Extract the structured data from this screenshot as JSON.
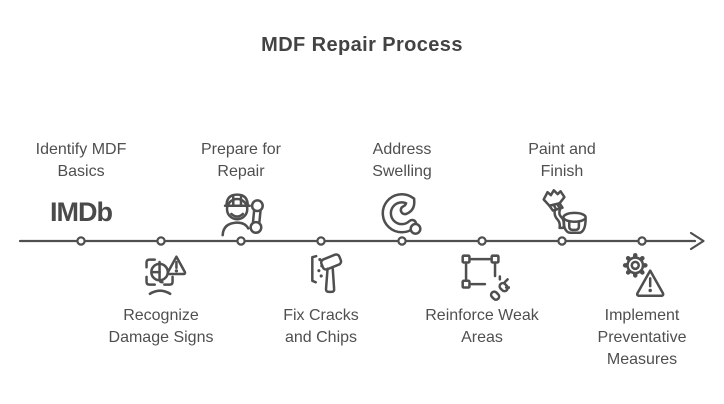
{
  "title": "MDF Repair Process",
  "colors": {
    "stroke": "#4f4f4f",
    "text": "#4f4f4f",
    "title": "#434343",
    "background": "#ffffff"
  },
  "timeline": {
    "direction": "left-to-right",
    "node_count": 8,
    "imdb_logo_text": "IMDb",
    "milestones": [
      {
        "label": "Identify MDF\nBasics",
        "icon": "imdb-logo",
        "side": "above"
      },
      {
        "label": "Recognize\nDamage Signs",
        "icon": "damage-scan-warning",
        "side": "below"
      },
      {
        "label": "Prepare for\nRepair",
        "icon": "repair-worker-wrench",
        "side": "above"
      },
      {
        "label": "Fix Cracks\nand Chips",
        "icon": "hammer-crack",
        "side": "below"
      },
      {
        "label": "Address\nSwelling",
        "icon": "swelling-ring",
        "side": "above"
      },
      {
        "label": "Reinforce Weak\nAreas",
        "icon": "frame-broken-link",
        "side": "below"
      },
      {
        "label": "Paint and\nFinish",
        "icon": "paintbrush-bucket",
        "side": "above"
      },
      {
        "label": "Implement\nPreventative\nMeasures",
        "icon": "gear-warning",
        "side": "below"
      }
    ]
  }
}
